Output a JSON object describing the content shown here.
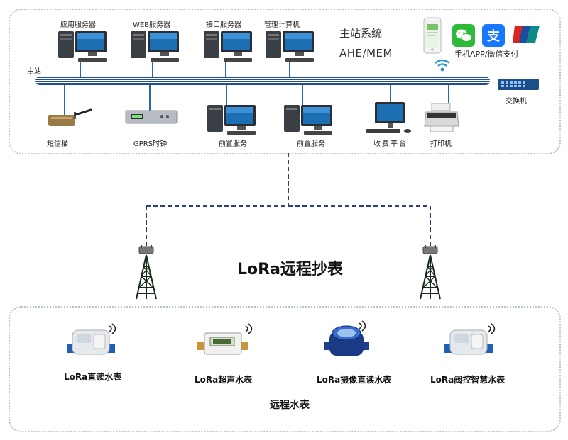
{
  "station": {
    "label": "主站",
    "system_name": "主站系统",
    "system_code": "AHE/MEM",
    "app_label": "手机APP/微信支付",
    "switch_label": "交换机",
    "top_servers": [
      "应用服务器",
      "WEB服务器",
      "接口服务器",
      "管理计算机"
    ],
    "bottom_devices": [
      "短信猫",
      "GPRS时钟",
      "前置服务",
      "前置服务",
      "收费平台",
      "打印机"
    ]
  },
  "center_title": "LoRa远程抄表",
  "meters": {
    "items": [
      "LoRa直读水表",
      "LoRa超声水表",
      "LoRa摄像直读水表",
      "LoRa阀控智慧水表"
    ],
    "group_label": "远程水表"
  },
  "colors": {
    "panel_border": "#b5c3d6",
    "bus": "#1f4f8e",
    "dashed_link": "#2e3e8c",
    "wechat": "#2dba3a",
    "alipay": "#1677ff",
    "unionpay": "#d7261f"
  }
}
